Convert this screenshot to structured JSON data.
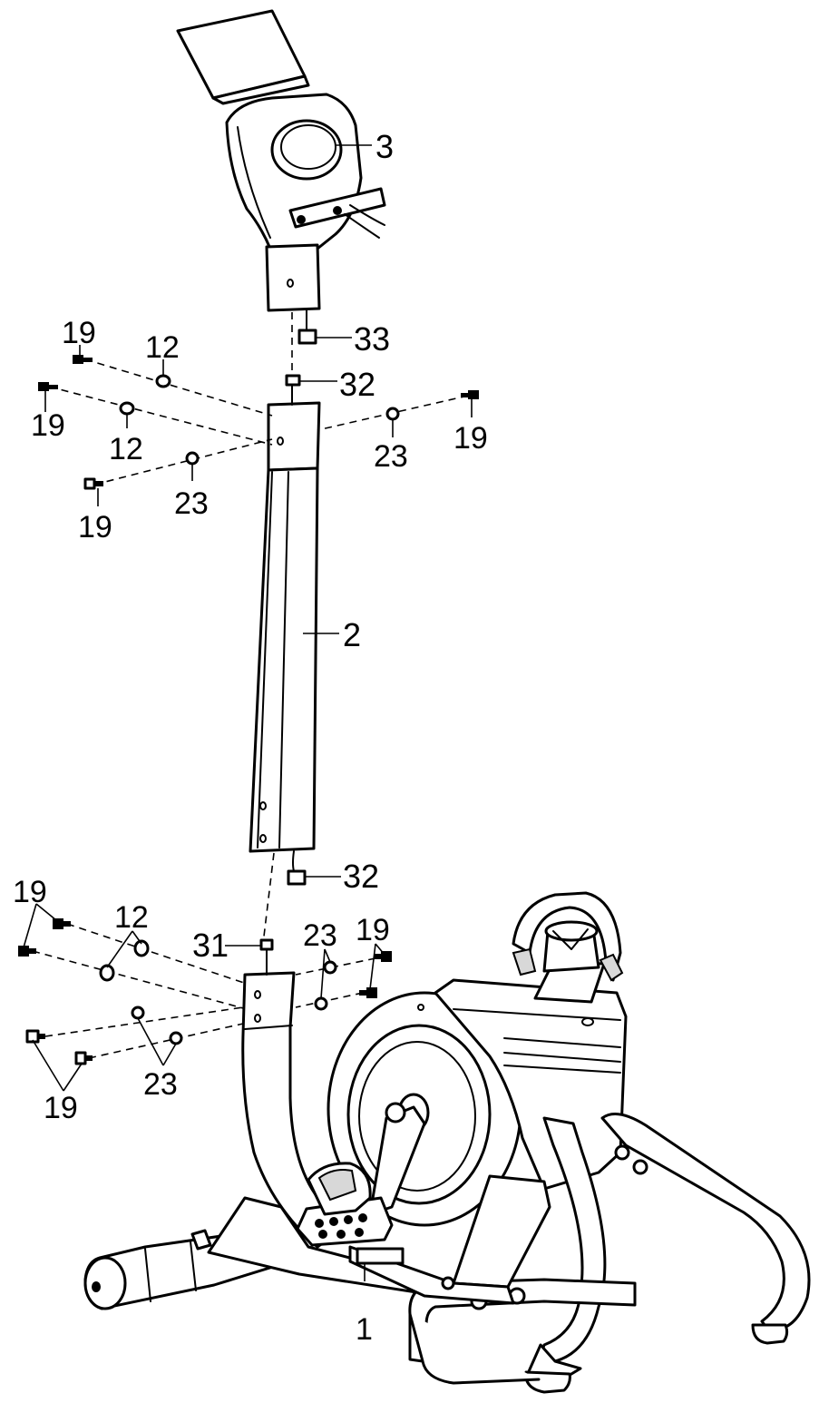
{
  "diagram": {
    "labels": {
      "console": "3",
      "cable_top": "33",
      "cable_mid": "32",
      "upright_tube": "2",
      "cable_bottom": "32",
      "cable_frame": "31",
      "frame": "1",
      "top_bolt_ul": "19",
      "top_bolt_l": "19",
      "top_bolt_ll": "19",
      "top_bolt_r": "19",
      "top_washer_curved_1": "12",
      "top_washer_curved_2": "12",
      "top_washer_flat_l": "23",
      "top_washer_flat_r": "23",
      "bot_bolts_upper_left": "19",
      "bot_washers_curved": "12",
      "bot_washer_flat_r": "23",
      "bot_bolts_right": "19",
      "bot_washers_flat_lower": "23",
      "bot_bolts_lower_left": "19"
    }
  }
}
